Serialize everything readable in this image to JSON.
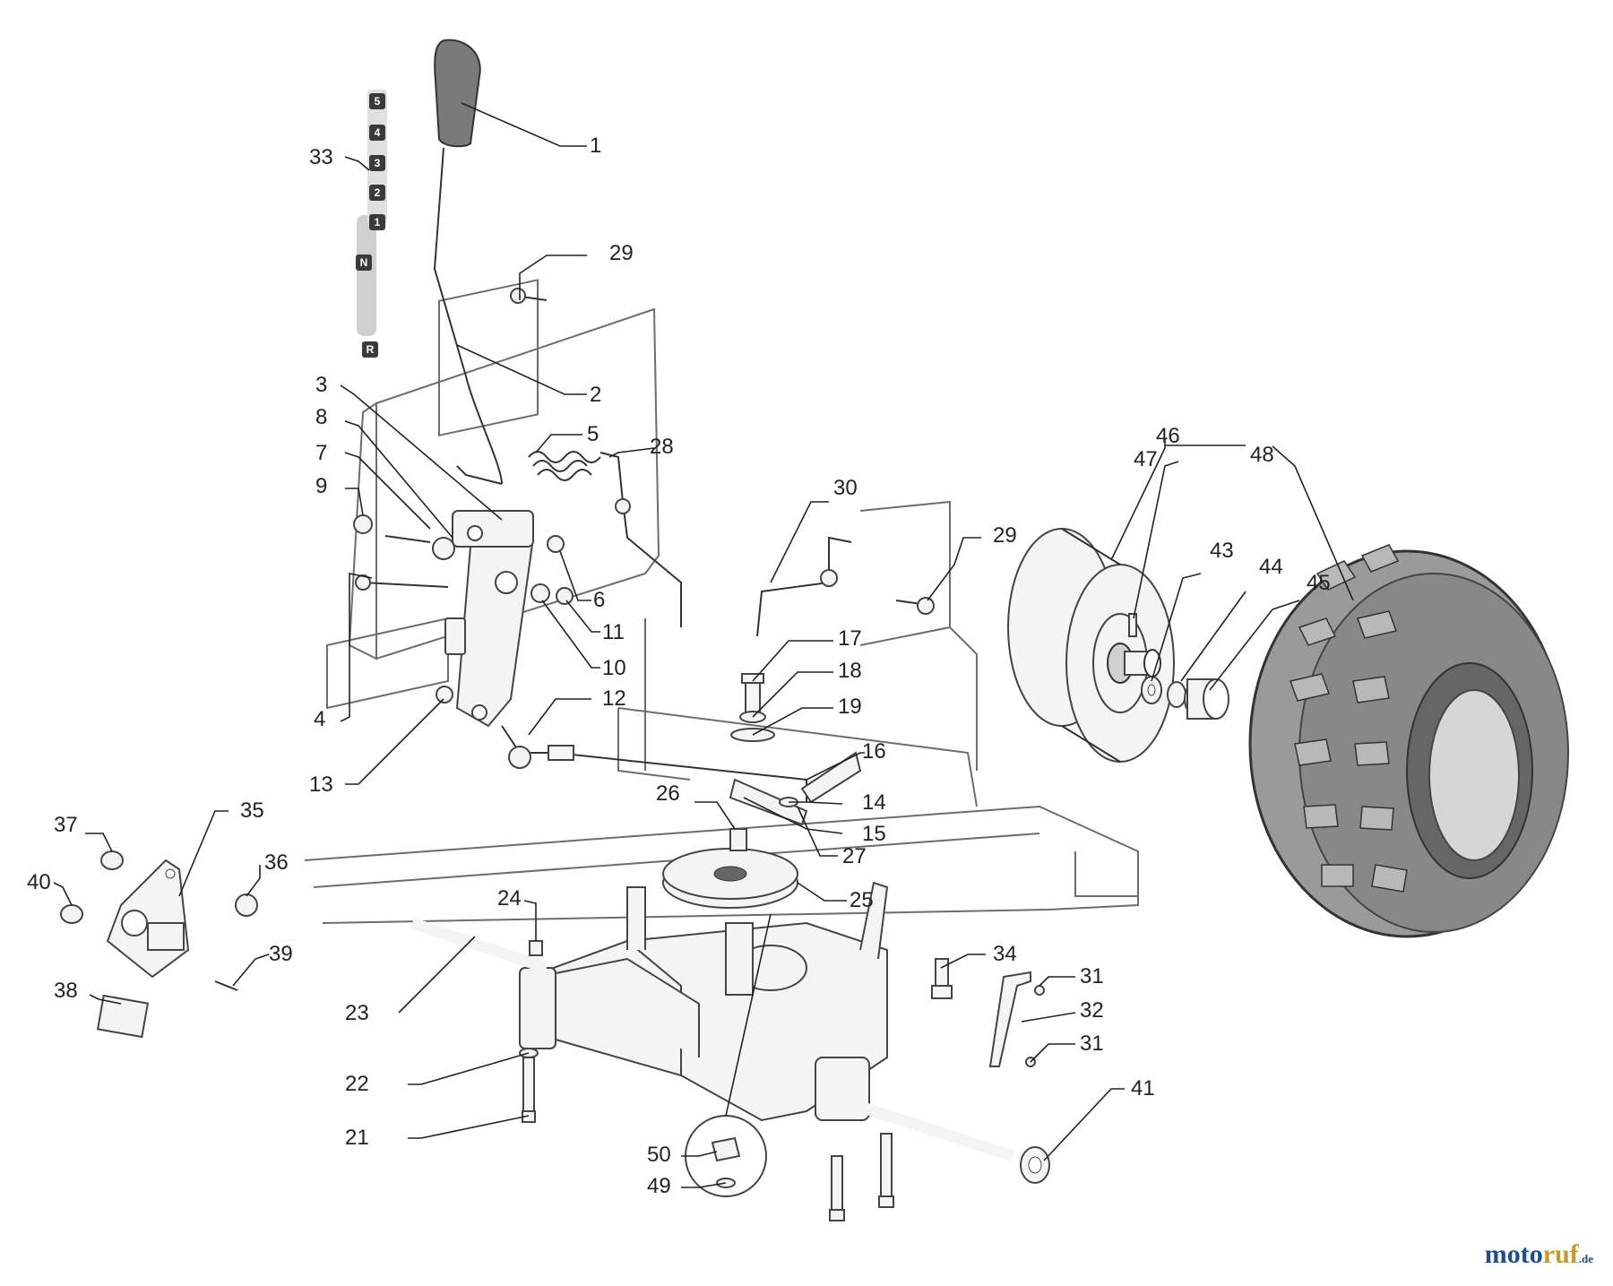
{
  "callouts": [
    "1",
    "2",
    "3",
    "4",
    "5",
    "6",
    "7",
    "8",
    "9",
    "10",
    "11",
    "12",
    "13",
    "14",
    "15",
    "16",
    "17",
    "18",
    "19",
    "21",
    "22",
    "23",
    "24",
    "25",
    "26",
    "27",
    "28",
    "29",
    "29",
    "30",
    "31",
    "31",
    "32",
    "33",
    "34",
    "35",
    "36",
    "37",
    "38",
    "39",
    "40",
    "41",
    "43",
    "44",
    "45",
    "46",
    "47",
    "48",
    "49",
    "50"
  ],
  "gear_labels": [
    "5",
    "4",
    "3",
    "2",
    "1",
    "N",
    "R"
  ],
  "watermark": {
    "brand": "moto",
    "accent": "ruf",
    "tld": ".de"
  },
  "colors": {
    "line": "#333333",
    "tire": "#8a8a8a",
    "brand_blue": "#1f4e8c",
    "brand_gold": "#c79a2a"
  }
}
